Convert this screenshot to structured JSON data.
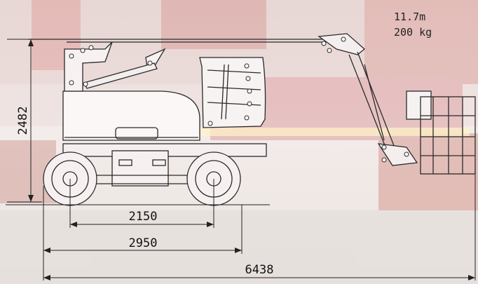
{
  "specs": {
    "height": "11.7m",
    "capacity": "200 kg"
  },
  "dimensions": {
    "overall_height": "2482",
    "wheelbase": "2150",
    "overall_width": "2950",
    "overall_length": "6438"
  },
  "colors": {
    "line": "#2a2a2a",
    "background_tint": "#efe4e2",
    "background_red": "#c8504a"
  }
}
